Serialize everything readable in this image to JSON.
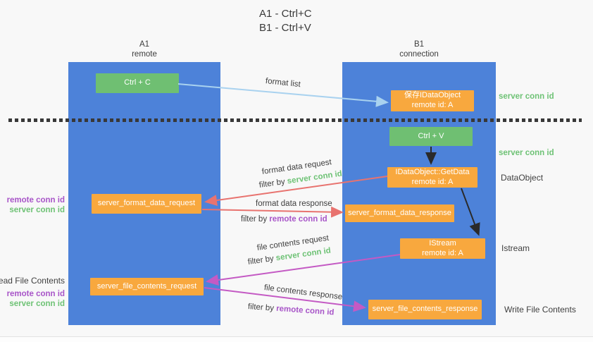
{
  "title": {
    "line1": "A1 - Ctrl+C",
    "line2": "B1 - Ctrl+V"
  },
  "lanes": {
    "left": {
      "name_line": "A1",
      "role_line": "remote"
    },
    "right": {
      "name_line": "B1",
      "role_line": "connection"
    }
  },
  "nodes": {
    "ctrl_c": {
      "label": "Ctrl + C"
    },
    "save_dataobject": {
      "line1": "保存IDataObject",
      "line2": "remote id: A"
    },
    "ctrl_v": {
      "label": "Ctrl + V"
    },
    "getdata": {
      "line1": "IDataObject::GetData",
      "line2": "remote id: A"
    },
    "format_request": {
      "label": "server_format_data_request"
    },
    "format_response": {
      "label": "server_format_data_response"
    },
    "istream": {
      "line1": "IStream",
      "line2": "remote id: A"
    },
    "file_request": {
      "label": "server_file_contents_request"
    },
    "file_response": {
      "label": "server_file_contents_response"
    }
  },
  "edge_labels": {
    "format_list": "format list",
    "format_data_request": "format data request",
    "format_data_response": "format data response",
    "file_contents_request": "file contents request",
    "file_contents_response": "file contents response",
    "filter_by": "filter by ",
    "server_conn_id": "server conn id",
    "remote_conn_id": "remote conn id"
  },
  "side_labels": {
    "right_server_conn_id_top": "server conn id",
    "right_server_conn_id_mid": "server conn id",
    "dataobject": "DataObject",
    "istream": "Istream",
    "write_file_contents": "Write File Contents",
    "left_remote_conn_id_1": "remote conn id",
    "left_server_conn_id_1": "server conn id",
    "read_file_contents": "Read File Contents",
    "left_remote_conn_id_2": "remote conn id",
    "left_server_conn_id_2": "server conn id"
  },
  "colors": {
    "lane_blue": "#4d82d9",
    "node_green": "#6fbf72",
    "node_orange": "#f8a83e",
    "arrow_light_blue": "#a9d2ef",
    "arrow_red": "#e8736f",
    "arrow_magenta": "#c45ac4",
    "arrow_black": "#2a2a2a",
    "label_green": "#6ec275",
    "label_purple": "#a855c8",
    "background": "#f8f8f8"
  }
}
